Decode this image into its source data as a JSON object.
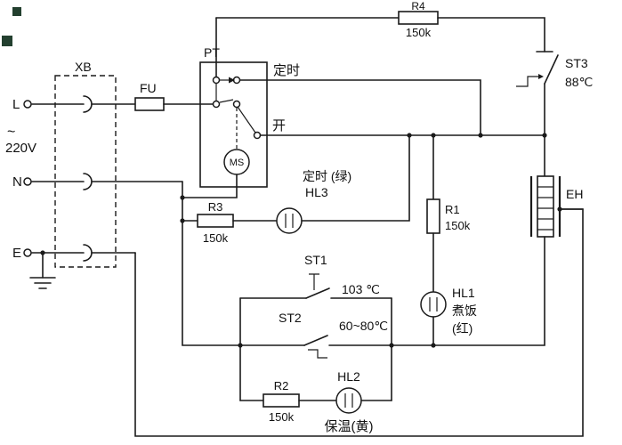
{
  "schematic": {
    "description": "rice-cooker timer circuit schematic",
    "power_input": {
      "l": "L",
      "n": "N",
      "e": "E",
      "ac": "~",
      "voltage": "220V",
      "connector": "XB",
      "fuse": "FU"
    },
    "timer_unit": {
      "name": "PT",
      "motor": "MS",
      "timer_contact_label": "定时",
      "on_contact_label": "开"
    },
    "resistors": {
      "r1": {
        "name": "R1",
        "value": "150k"
      },
      "r2": {
        "name": "R2",
        "value": "150k"
      },
      "r3": {
        "name": "R3",
        "value": "150k"
      },
      "r4": {
        "name": "R4",
        "value": "150k"
      }
    },
    "thermostats": {
      "st1": {
        "name": "ST1",
        "temp": "103 ℃"
      },
      "st2": {
        "name": "ST2",
        "temp": "60~80℃"
      },
      "st3": {
        "name": "ST3",
        "temp": "88℃"
      }
    },
    "lamps": {
      "hl1": {
        "name": "HL1",
        "caption_line1": "煮饭",
        "caption_line2": "(红)"
      },
      "hl2": {
        "name": "HL2",
        "caption": "保温(黄)"
      },
      "hl3": {
        "name": "HL3",
        "caption": "定时 (绿)"
      }
    },
    "heater": {
      "name": "EH"
    }
  },
  "colors": {
    "line": "#1a1a1a",
    "background": "#ffffff"
  }
}
